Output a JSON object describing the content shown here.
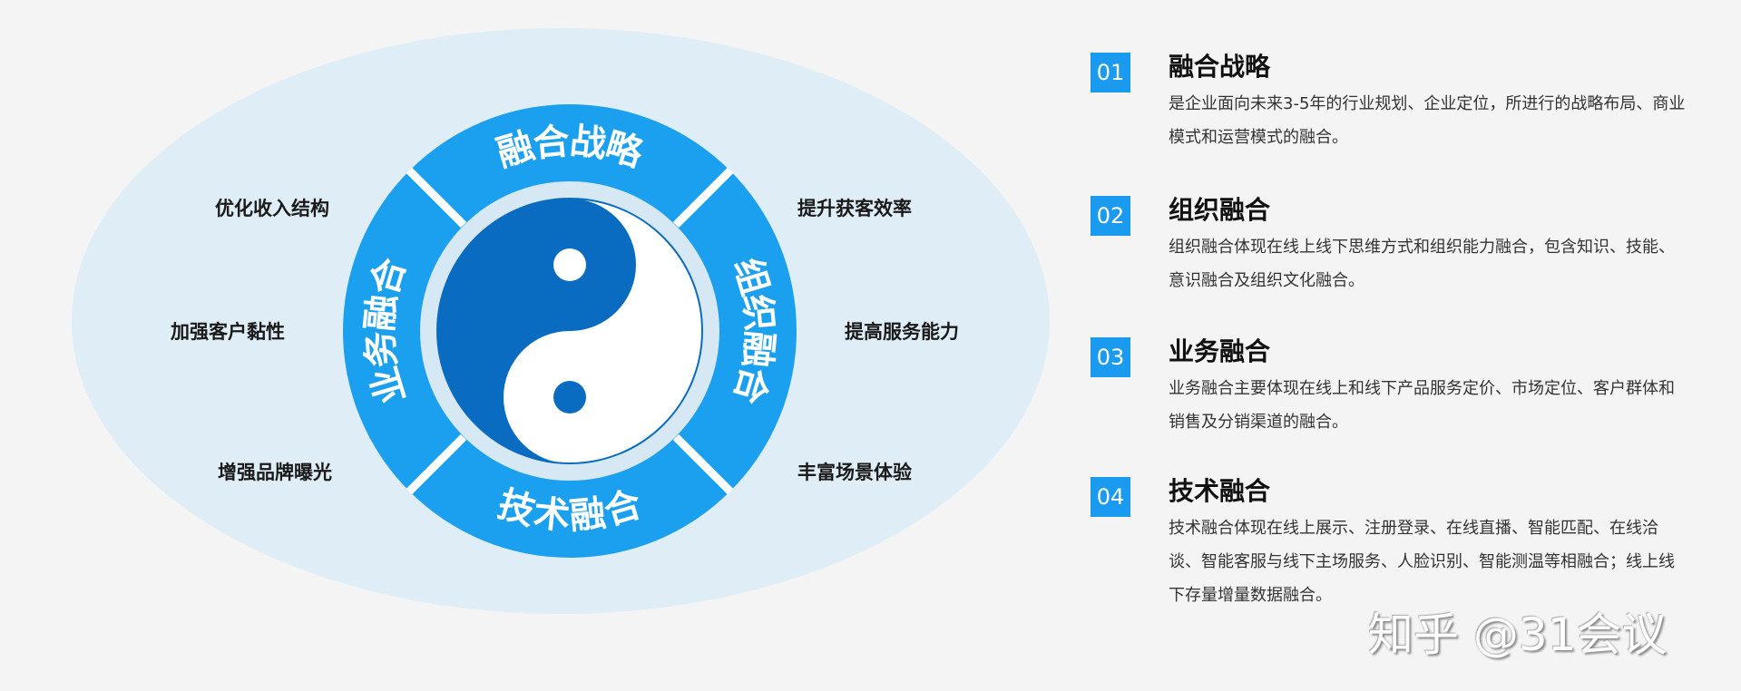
{
  "colors": {
    "ring": "#1aa0ee",
    "yin": "#0a6cc0",
    "yang": "#ffffff",
    "ellipse": "#deedf6",
    "badge": "#1a9bf0",
    "background": "#f4f4f4"
  },
  "ring": {
    "top": "融合战略",
    "right": "组织融合",
    "bottom": "技术融合",
    "left": "业务融合"
  },
  "benefits": {
    "left": [
      "优化收入结构",
      "加强客户黏性",
      "增强品牌曝光"
    ],
    "right": [
      "提升获客效率",
      "提高服务能力",
      "丰富场景体验"
    ]
  },
  "items": [
    {
      "num": "01",
      "title": "融合战略",
      "desc": "是企业面向未来3-5年的行业规划、企业定位，所进行的战略布局、商业模式和运营模式的融合。"
    },
    {
      "num": "02",
      "title": "组织融合",
      "desc": "组织融合体现在线上线下思维方式和组织能力融合，包含知识、技能、意识融合及组织文化融合。"
    },
    {
      "num": "03",
      "title": "业务融合",
      "desc": "业务融合主要体现在线上和线下产品服务定价、市场定位、客户群体和销售及分销渠道的融合。"
    },
    {
      "num": "04",
      "title": "技术融合",
      "desc": "技术融合体现在线上展示、注册登录、在线直播、智能匹配、在线洽谈、智能客服与线下主场服务、人脸识别、智能测温等相融合；线上线下存量增量数据融合。"
    }
  ],
  "watermark": "知乎 @31会议"
}
